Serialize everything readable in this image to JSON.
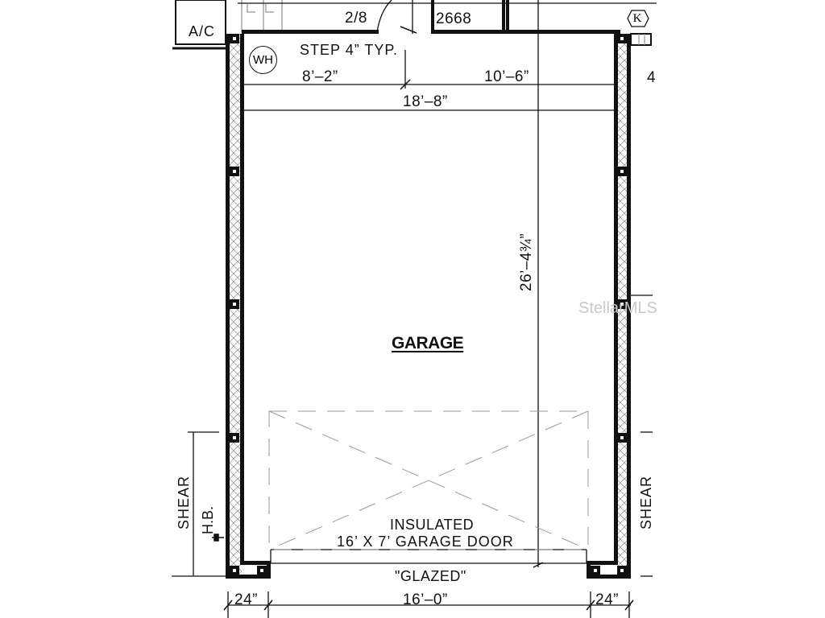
{
  "drawing": {
    "type": "architectural floor plan",
    "room_name": "GARAGE",
    "labels": {
      "ac": "A/C",
      "water_heater": "WH",
      "step_note": "STEP 4” TYP.",
      "door_top_left": "2/8",
      "door_top_right": "2668",
      "keynote": "K",
      "garage_door_line1": "INSULATED",
      "garage_door_line2": "16’ X 7’ GARAGE DOOR",
      "garage_door_note": "\"GLAZED\"",
      "shear_left": "SHEAR",
      "shear_right": "SHEAR",
      "hose_bib": "H.B.",
      "watermark": "StellarMLS",
      "edge_partial": "4"
    },
    "dimensions": {
      "left_segment": "8’–2”",
      "right_segment": "10’–6”",
      "overall_width": "18’–8”",
      "overall_depth": "26’–4¾”",
      "bottom_left_pier": "24”",
      "bottom_door_width": "16’–0”",
      "bottom_right_pier": "24”"
    },
    "colors": {
      "line": "#111111",
      "hatch": "#888888",
      "dashed": "#9a9a9a",
      "watermark": "#c9c9c9",
      "background": "#ffffff"
    }
  }
}
